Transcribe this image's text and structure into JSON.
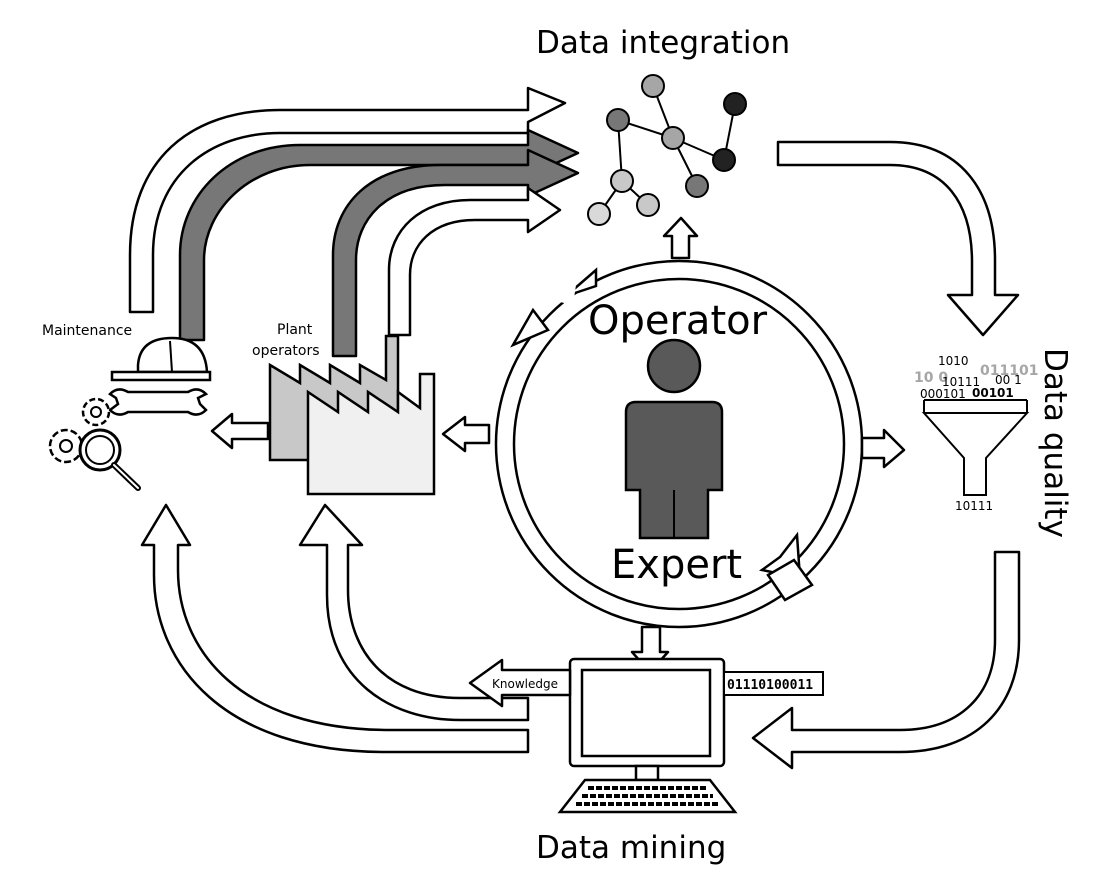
{
  "labels": {
    "data_integration": "Data integration",
    "data_quality": "Data quality",
    "data_mining": "Data mining",
    "operator": "Operator",
    "expert": "Expert",
    "maintenance": "Maintenance",
    "plant_line1": "Plant",
    "plant_line2": "operators",
    "knowledge": "Knowledge",
    "binary_stream": "01110100011"
  },
  "filter_bits": {
    "top": "1010",
    "grey_left": "10 0",
    "grey_right": "011101",
    "mid": "10111",
    "mid_right": "00 1",
    "low_left": "000101",
    "low_bold": "00101",
    "output": "10111"
  },
  "colors": {
    "grey_arrow": "#777777",
    "person": "#595959",
    "factory_back": "#c8c8c8",
    "factory_front": "#f0f0f0"
  }
}
